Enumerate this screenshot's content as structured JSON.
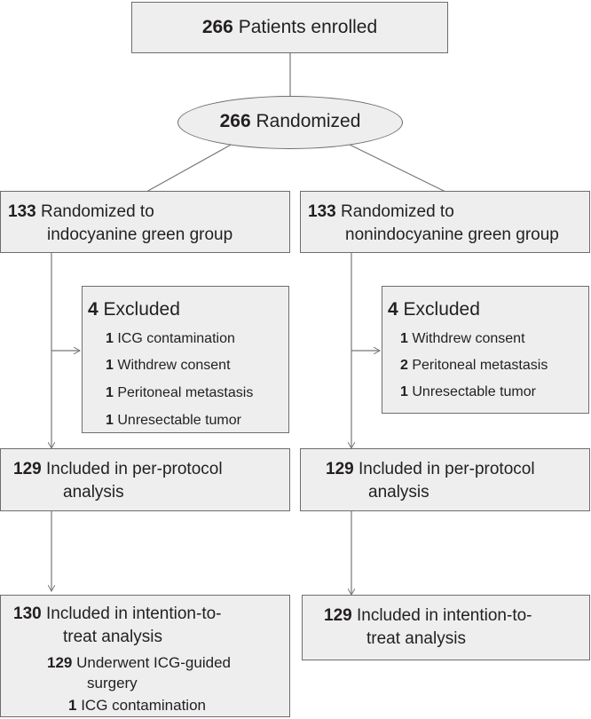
{
  "enrolled": {
    "count": "266",
    "label": "Patients enrolled"
  },
  "randomized": {
    "count": "266",
    "label": "Randomized"
  },
  "left": {
    "randomized": {
      "count": "133",
      "line1": "Randomized to",
      "line2": "indocyanine green group"
    },
    "excluded": {
      "count": "4",
      "label": "Excluded",
      "items": [
        {
          "count": "1",
          "label": "ICG contamination"
        },
        {
          "count": "1",
          "label": "Withdrew consent"
        },
        {
          "count": "1",
          "label": "Peritoneal metastasis"
        },
        {
          "count": "1",
          "label": "Unresectable tumor"
        }
      ]
    },
    "per_protocol": {
      "count": "129",
      "line1": "Included in per-protocol",
      "line2": "analysis"
    },
    "itt": {
      "count": "130",
      "line1": "Included in intention-to-",
      "line2": "treat analysis",
      "sub": [
        {
          "count": "129",
          "line1": "Underwent ICG-guided",
          "line2": "surgery"
        },
        {
          "count": "1",
          "line1": "ICG contamination"
        }
      ]
    }
  },
  "right": {
    "randomized": {
      "count": "133",
      "line1": "Randomized to",
      "line2": "nonindocyanine green group"
    },
    "excluded": {
      "count": "4",
      "label": "Excluded",
      "items": [
        {
          "count": "1",
          "label": "Withdrew consent"
        },
        {
          "count": "2",
          "label": "Peritoneal metastasis"
        },
        {
          "count": "1",
          "label": "Unresectable tumor"
        }
      ]
    },
    "per_protocol": {
      "count": "129",
      "line1": "Included in per-protocol",
      "line2": "analysis"
    },
    "itt": {
      "count": "129",
      "line1": "Included in intention-to-",
      "line2": "treat analysis"
    }
  }
}
